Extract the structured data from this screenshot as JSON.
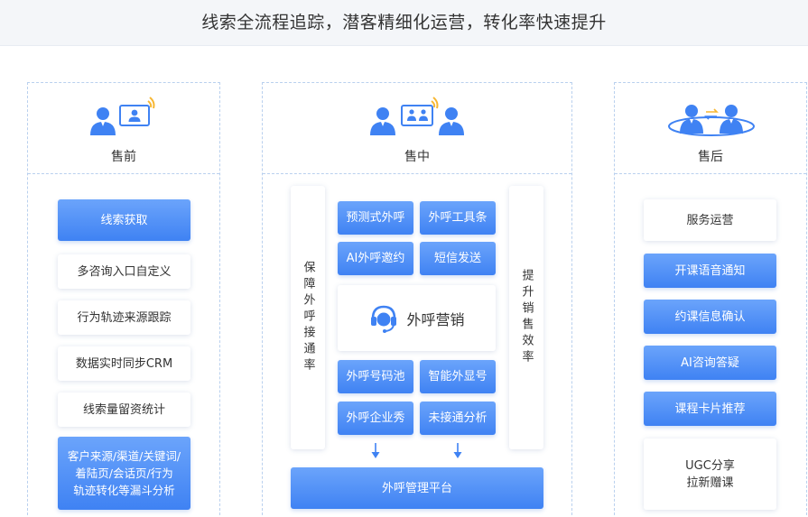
{
  "header": {
    "title": "线索全流程追踪，潜客精细化运营，转化率快速提升"
  },
  "colors": {
    "accent_blue": "#3f82f3",
    "arrow_orange": "#f7b733",
    "dashed_border": "#b9d0ee"
  },
  "pre_sale": {
    "phase": "售前",
    "icon": "presenter-screen-icon",
    "items": [
      {
        "label": "线索获取",
        "style": "blue"
      },
      {
        "label": "多咨询入口自定义",
        "style": "white"
      },
      {
        "label": "行为轨迹来源跟踪",
        "style": "white"
      },
      {
        "label": "数据实时同步CRM",
        "style": "white"
      },
      {
        "label": "线索量留资统计",
        "style": "white"
      },
      {
        "label_lines": [
          "客户来源/渠道/关键词/",
          "着陆页/会话页/行为",
          "轨迹转化等漏斗分析"
        ],
        "style": "blue"
      }
    ]
  },
  "in_sale": {
    "phase": "售中",
    "icon": "video-call-icon",
    "left_vertical": "保障外呼接通率",
    "right_vertical": "提升销售效率",
    "grid_top": [
      "预测式外呼",
      "外呼工具条",
      "AI外呼邀约",
      "短信发送"
    ],
    "center_label": "外呼营销",
    "center_icon": "headset-agent-icon",
    "grid_bottom": [
      "外呼号码池",
      "智能外显号",
      "外呼企业秀",
      "未接通分析"
    ],
    "platform": "外呼管理平台"
  },
  "post_sale": {
    "phase": "售后",
    "icon": "exchange-people-icon",
    "items": [
      {
        "label": "服务运营",
        "style": "white"
      },
      {
        "label": "开课语音通知",
        "style": "blue"
      },
      {
        "label": "约课信息确认",
        "style": "blue"
      },
      {
        "label": "AI咨询答疑",
        "style": "blue"
      },
      {
        "label": "课程卡片推荐",
        "style": "blue"
      },
      {
        "label_lines": [
          "UGC分享",
          "拉新赠课"
        ],
        "style": "white"
      }
    ]
  }
}
